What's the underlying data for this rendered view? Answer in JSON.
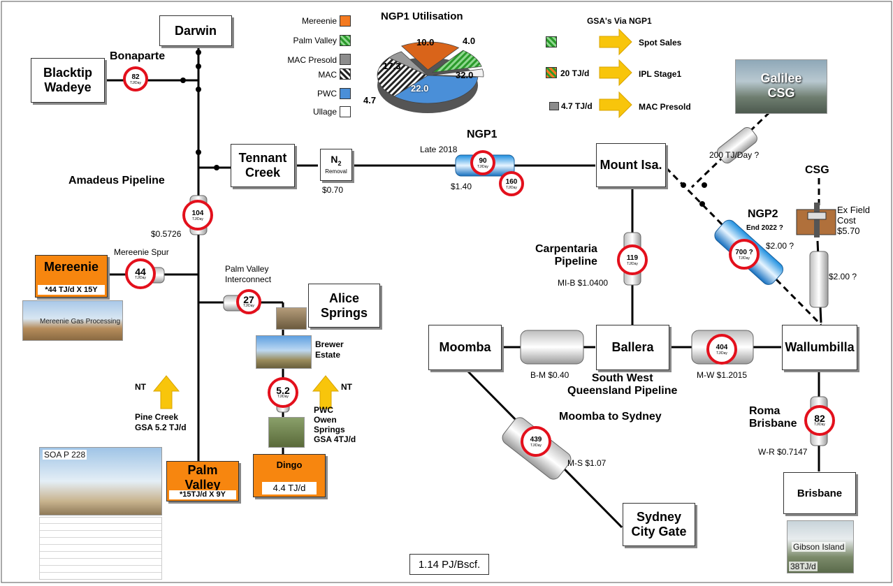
{
  "title": "",
  "nodes": {
    "darwin": "Darwin",
    "blacktip": [
      "Blacktip",
      "Wadeye"
    ],
    "bonaparte": "Bonaparte",
    "tennant": [
      "Tennant",
      "Creek"
    ],
    "n2": {
      "main": "N",
      "sub": "2",
      "label": "Removal"
    },
    "mount_isa": "Mount Isa.",
    "mereenie": "Mereenie",
    "alice": [
      "Alice",
      "Springs"
    ],
    "moomba": "Moomba",
    "ballera": "Ballera",
    "wallumbilla": "Wallumbilla",
    "palm_valley": [
      "Palm",
      "Valley"
    ],
    "dingo": "Dingo",
    "sydney": [
      "Sydney",
      "City Gate"
    ],
    "brisbane": "Brisbane",
    "galilee": [
      "Galilee",
      "CSG"
    ],
    "csg": "CSG"
  },
  "labels": {
    "amadeus_pipeline": "Amadeus Pipeline",
    "mereenie_spur": "Mereenie Spur",
    "palm_valley_interconnect": [
      "Palm Valley",
      "Interconnect"
    ],
    "ngp1": "NGP1",
    "late_2018": "Late 2018",
    "ngp2": "NGP2",
    "end_2022": "End 2022 ?",
    "carpentaria": [
      "Carpentaria",
      "Pipeline"
    ],
    "swqp": [
      "South West",
      "Queensland Pipeline"
    ],
    "moomba_sydney": "Moomba to Sydney",
    "roma_brisbane": [
      "Roma",
      "Brisbane"
    ],
    "brewer_estate": [
      "Brewer",
      "Estate"
    ],
    "pwc_owen": [
      "PWC",
      "Owen",
      "Springs"
    ],
    "gsa_4": "GSA 4TJ/d",
    "pine_creek": [
      "Pine Creek",
      "GSA 5.2 TJ/d"
    ],
    "nt_left": "NT",
    "nt_right": "NT",
    "ex_field": [
      "Ex Field",
      "Cost",
      "$5.70"
    ],
    "mereenie_detail": "*44 TJ/d X 15Y",
    "palm_detail": "*15TJ/d X 9Y",
    "dingo_detail": "4.4 TJ/d",
    "galilee_flow": "200 TJ/Day ?",
    "conversion": "1.14 PJ/Bscf."
  },
  "tariffs": {
    "n2": "$0.70",
    "ngp1": "$1.40",
    "amadeus": "$0.5726",
    "carpentaria": "MI-B $1.0400",
    "bm": "B-M $0.40",
    "mw": "M-W $1.2015",
    "ms": "M-S $1.07",
    "wr": "W-R $0.7147",
    "ngp2": "$2.00 ?",
    "csg_pipe": "$2.00 ?"
  },
  "badges": {
    "bonaparte": {
      "value": "82",
      "unit": "TJ/Day"
    },
    "amadeus": {
      "value": "104",
      "unit": "TJ/Day"
    },
    "mereenie": {
      "value": "44",
      "unit": "TJ/Day"
    },
    "palm_interconnect": {
      "value": "27",
      "unit": "TJ/Day"
    },
    "brewer": {
      "value": "5.2",
      "unit": "TJ/Day"
    },
    "ngp1": {
      "value": "90",
      "unit": "TJ/Day"
    },
    "ngp1_future": {
      "value": "160",
      "unit": "TJ/Day"
    },
    "carpentaria": {
      "value": "119",
      "unit": "TJ/Day"
    },
    "ngp2": {
      "value": "700 ?",
      "unit": "TJ/Day"
    },
    "mw": {
      "value": "404",
      "unit": "TJ/Day"
    },
    "ms": {
      "value": "439",
      "unit": "TJ/Day"
    },
    "rb": {
      "value": "82",
      "unit": "TJ/Day"
    }
  },
  "legend": {
    "items": [
      "Mereenie",
      "Palm Valley",
      "MAC Presold",
      "MAC",
      "PWC",
      "Ullage"
    ],
    "colors": [
      "#f47a20",
      "#3cb43c",
      "#8c8c8c",
      "#222222",
      "#4a8fd8",
      "#ffffff"
    ]
  },
  "chart_data": {
    "type": "pie",
    "title": "NGP1 Utilisation",
    "slices": [
      {
        "label": "Mereenie",
        "value": 17.3,
        "color": "#d9641a"
      },
      {
        "label": "Palm Valley",
        "value": 10.0,
        "color": "#3cb43c"
      },
      {
        "label": "Ullage",
        "value": 4.0,
        "color": "#ffffff"
      },
      {
        "label": "PWC",
        "value": 32.0,
        "color": "#4a8fd8"
      },
      {
        "label": "MAC",
        "value": 22.0,
        "color": "#222222"
      },
      {
        "label": "MAC Presold",
        "value": 4.7,
        "color": "#8c8c8c"
      }
    ],
    "data_labels": [
      "17.3",
      "10.0",
      "4.0",
      "32.0",
      "22.0",
      "4.7"
    ]
  },
  "gsa": {
    "title": "GSA's Via NGP1",
    "rows": [
      {
        "qty": "",
        "dest": "Spot Sales"
      },
      {
        "qty": "20 TJ/d",
        "dest": "IPL Stage1"
      },
      {
        "qty": "4.7 TJ/d",
        "dest": "MAC Presold"
      }
    ]
  },
  "photos": {
    "mereenie_plant": "Mereenie Gas Processing Facility",
    "soa": "SOA P 228",
    "gibson": "Gibson Island",
    "gibson_qty": "38TJ/d"
  },
  "colors": {
    "ring": "#e3101c",
    "orange": "#f7860f",
    "yellow": "#f8c50b"
  }
}
